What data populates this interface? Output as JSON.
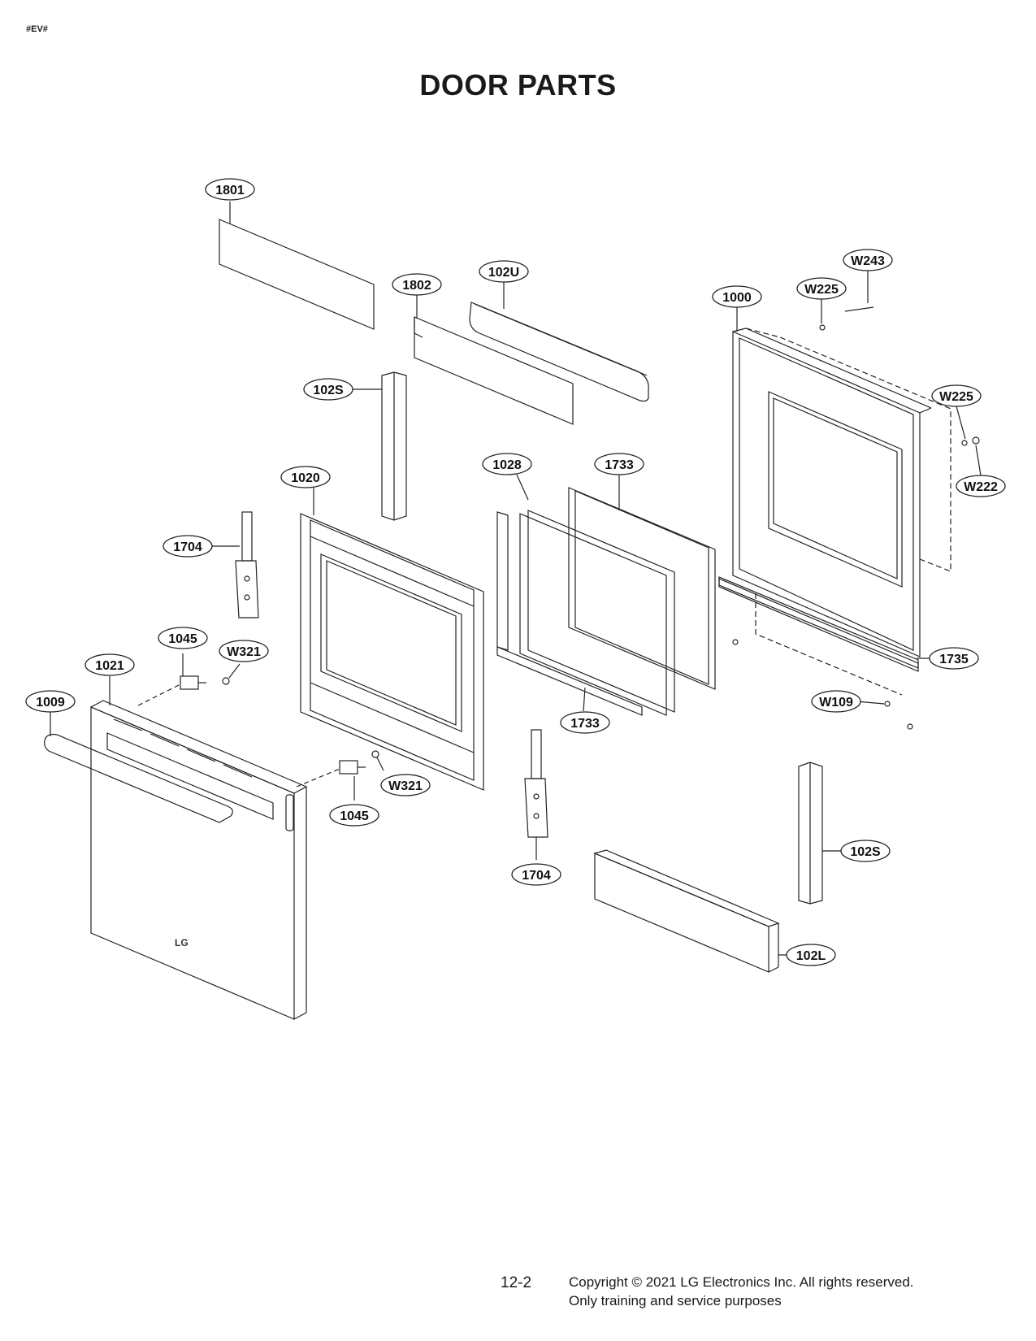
{
  "header": {
    "model_code": "#EV#",
    "title": "DOOR PARTS"
  },
  "callouts": [
    {
      "label": "1801"
    },
    {
      "label": "102U"
    },
    {
      "label": "1802"
    },
    {
      "label": "1000"
    },
    {
      "label": "W225"
    },
    {
      "label": "W243"
    },
    {
      "label": "102S"
    },
    {
      "label": "W225"
    },
    {
      "label": "W222"
    },
    {
      "label": "1028"
    },
    {
      "label": "1733"
    },
    {
      "label": "1020"
    },
    {
      "label": "1704"
    },
    {
      "label": "1045"
    },
    {
      "label": "W321"
    },
    {
      "label": "1021"
    },
    {
      "label": "1009"
    },
    {
      "label": "1735"
    },
    {
      "label": "W109"
    },
    {
      "label": "1733"
    },
    {
      "label": "W321"
    },
    {
      "label": "1045"
    },
    {
      "label": "1704"
    },
    {
      "label": "102S"
    },
    {
      "label": "102L"
    }
  ],
  "footer": {
    "page_number": "12-2",
    "copyright": "Copyright © 2021 LG Electronics Inc. All rights reserved.",
    "usage_note": "Only training and service purposes"
  },
  "logo_text": "LG"
}
